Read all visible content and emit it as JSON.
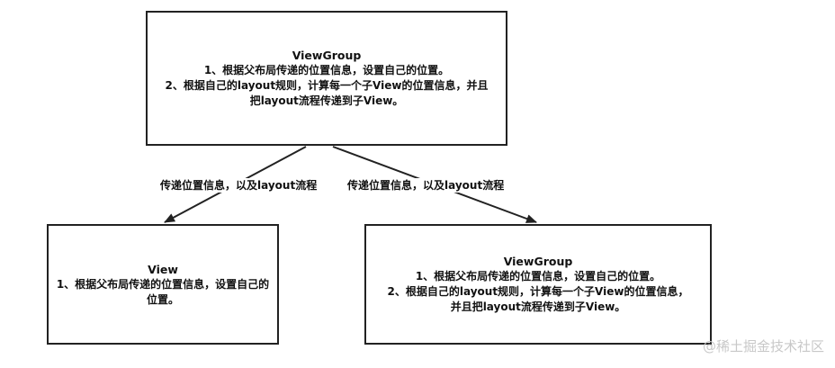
{
  "nodes": {
    "top": {
      "title": "ViewGroup",
      "line1": "1、根据父布局传递的位置信息，设置自己的位置。",
      "line2": "2、根据自己的layout规则，计算每一个子View的位置信息，并且",
      "line3": "把layout流程传递到子View。"
    },
    "left": {
      "title": "View",
      "line1": "1、根据父布局传递的位置信息，设置自己的位置。"
    },
    "right": {
      "title": "ViewGroup",
      "line1": "1、根据父布局传递的位置信息，设置自己的位置。",
      "line2": "2、根据自己的layout规则，计算每一个子View的位置信息，",
      "line3": "并且把layout流程传递到子View。"
    }
  },
  "edges": {
    "left_label": "传递位置信息，以及layout流程",
    "right_label": "传递位置信息，以及layout流程"
  },
  "watermark": "@稀土掘金技术社区",
  "colors": {
    "stroke": "#222222",
    "watermark": "#c8c8c8"
  }
}
